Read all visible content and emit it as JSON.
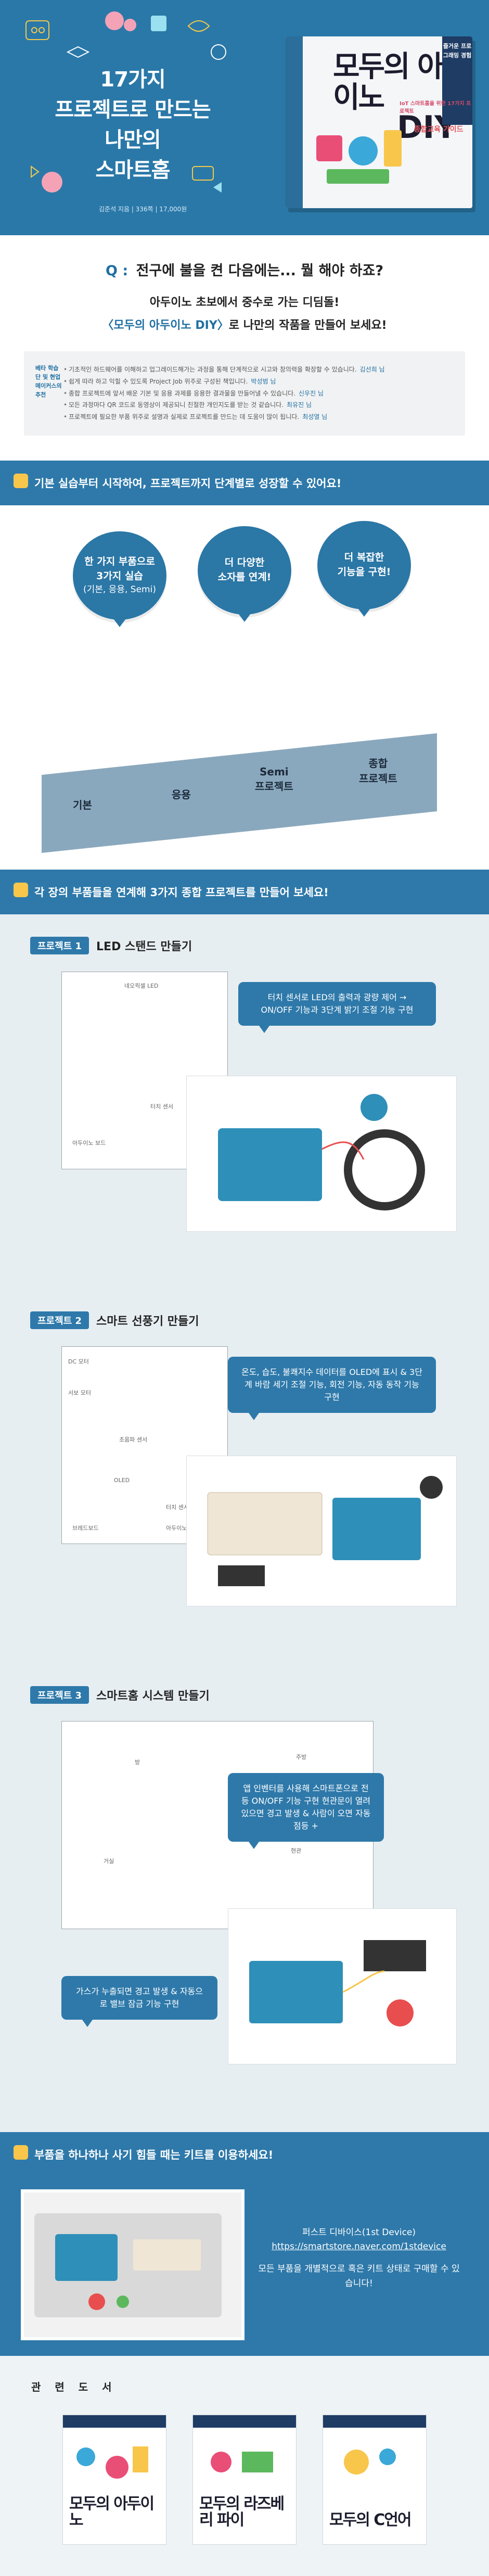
{
  "hero": {
    "title_lines": [
      "17가지",
      "프로젝트로 만드는",
      "나만의",
      "스마트홈"
    ],
    "credit": "김준석 지음 | 336쪽 | 17,000원",
    "book_title": "모두의 아두이노",
    "book_suffix": "DIY",
    "book_corner": "즐거운 프로그래밍 경험",
    "book_note": "IoT 스마트홈을 위한 17가지 프로젝트",
    "book_badge": "종합교육 가이드"
  },
  "question": {
    "q_mark": "Q :",
    "line": "전구에 불을 켠 다음에는... 뭘 해야 하죠?",
    "answer1": "아두이노 초보에서 중수로 가는 디딤돌!",
    "answer2_pre": "〈모두의 아두이노 DIY〉",
    "answer2_post": "로 나만의 작품을 만들어 보세요!"
  },
  "review": {
    "label": "베타 학습단 및 현업 메이커스의 추천",
    "items": [
      {
        "text": "기초적인 하드웨어를 이해하고 업그레이드해가는 과정을 통해 단계적으로 시고와 창의력을 확장할 수 있습니다.",
        "who": "김선희 님"
      },
      {
        "text": "쉽게 따라 하고 익힐 수 있도록 Project Job 위주로 구성된 책입니다.",
        "who": "박성범 님"
      },
      {
        "text": "종합 프로젝트에 앞서 배운 기본 및 응용 과제를 응용한 결과물을 만들어낼 수 있습니다.",
        "who": "신우진 님"
      },
      {
        "text": "모든 과정마다 QR 코드로 동영상이 제공되니 친절한 개인지도를 받는 것 같습니다.",
        "who": "최유진 님"
      },
      {
        "text": "프로젝트에 필요한 부품 위주로 설명과 실제로 프로젝트를 만드는 데 도움이 많이 됩니다.",
        "who": "최성열 님"
      }
    ]
  },
  "banner1": "기본 실습부터 시작하여, 프로젝트까지 단계별로 성장할 수 있어요!",
  "steps": {
    "bubbles": [
      {
        "lines": [
          "한 가지 부품으로",
          "3가지 실습"
        ],
        "small": "(기본, 응용, Semi)"
      },
      {
        "lines": [
          "더 다양한",
          "소자를 연계!"
        ],
        "small": ""
      },
      {
        "lines": [
          "더 복잡한",
          "기능을 구현!"
        ],
        "small": ""
      }
    ],
    "flow": [
      "기본",
      "응용",
      "Semi\n프로젝트",
      "종합\n프로젝트"
    ]
  },
  "banner2": "각 장의 부품들을 연계해 3가지 종합 프로젝트를 만들어 보세요!",
  "projects": [
    {
      "tag": "프로젝트 1",
      "name": "LED 스탠드 만들기",
      "labels": [
        "네오픽셀 LED",
        "터치 센서",
        "아두이노 보드"
      ],
      "callout": "터치 센서로 LED의 출력과 광량 제어 → ON/OFF 기능과 3단계 밝기 조절 기능 구현"
    },
    {
      "tag": "프로젝트 2",
      "name": "스마트 선풍기 만들기",
      "labels": [
        "DC 모터",
        "서보 모터",
        "초음파 센서",
        "OLED",
        "브레드보드",
        "아두이노 보드",
        "터치 센서"
      ],
      "callout": "온도, 습도, 불쾌지수 데이터를 OLED에 표시 & 3단계 바람 세기 조절 기능, 회전 기능, 자동 동작 기능 구현"
    },
    {
      "tag": "프로젝트 3",
      "name": "스마트홈 시스템 만들기",
      "labels": [
        "방",
        "거실",
        "현관",
        "주방"
      ],
      "callout": "앱 인벤터를 사용해 스마트폰으로 전등 ON/OFF 기능 구현 현관문이 열려 있으면 경고 발생 & 사람이 오면 자동 점등 +",
      "callout2": "가스가 누출되면 경고 발생 & 자동으로 밸브 잠금 기능 구현"
    }
  ],
  "banner3": "부품을 하나하나 사기 힘들 때는 키트를 이용하세요!",
  "kit": {
    "name": "퍼스트 디바이스(1st Device)",
    "url": "https://smartstore.naver.com/1stdevice",
    "desc": "모든 부품을 개별적으로 혹은 키트 상태로 구매할 수 있습니다!"
  },
  "related": {
    "title": "관 련 도 서",
    "books": [
      "모두의 아두이노",
      "모두의 라즈베리 파이",
      "모두의 C언어"
    ]
  },
  "colors": {
    "primary": "#2e79aa",
    "accent": "#f7c64b",
    "dark": "#1c1c2e"
  }
}
